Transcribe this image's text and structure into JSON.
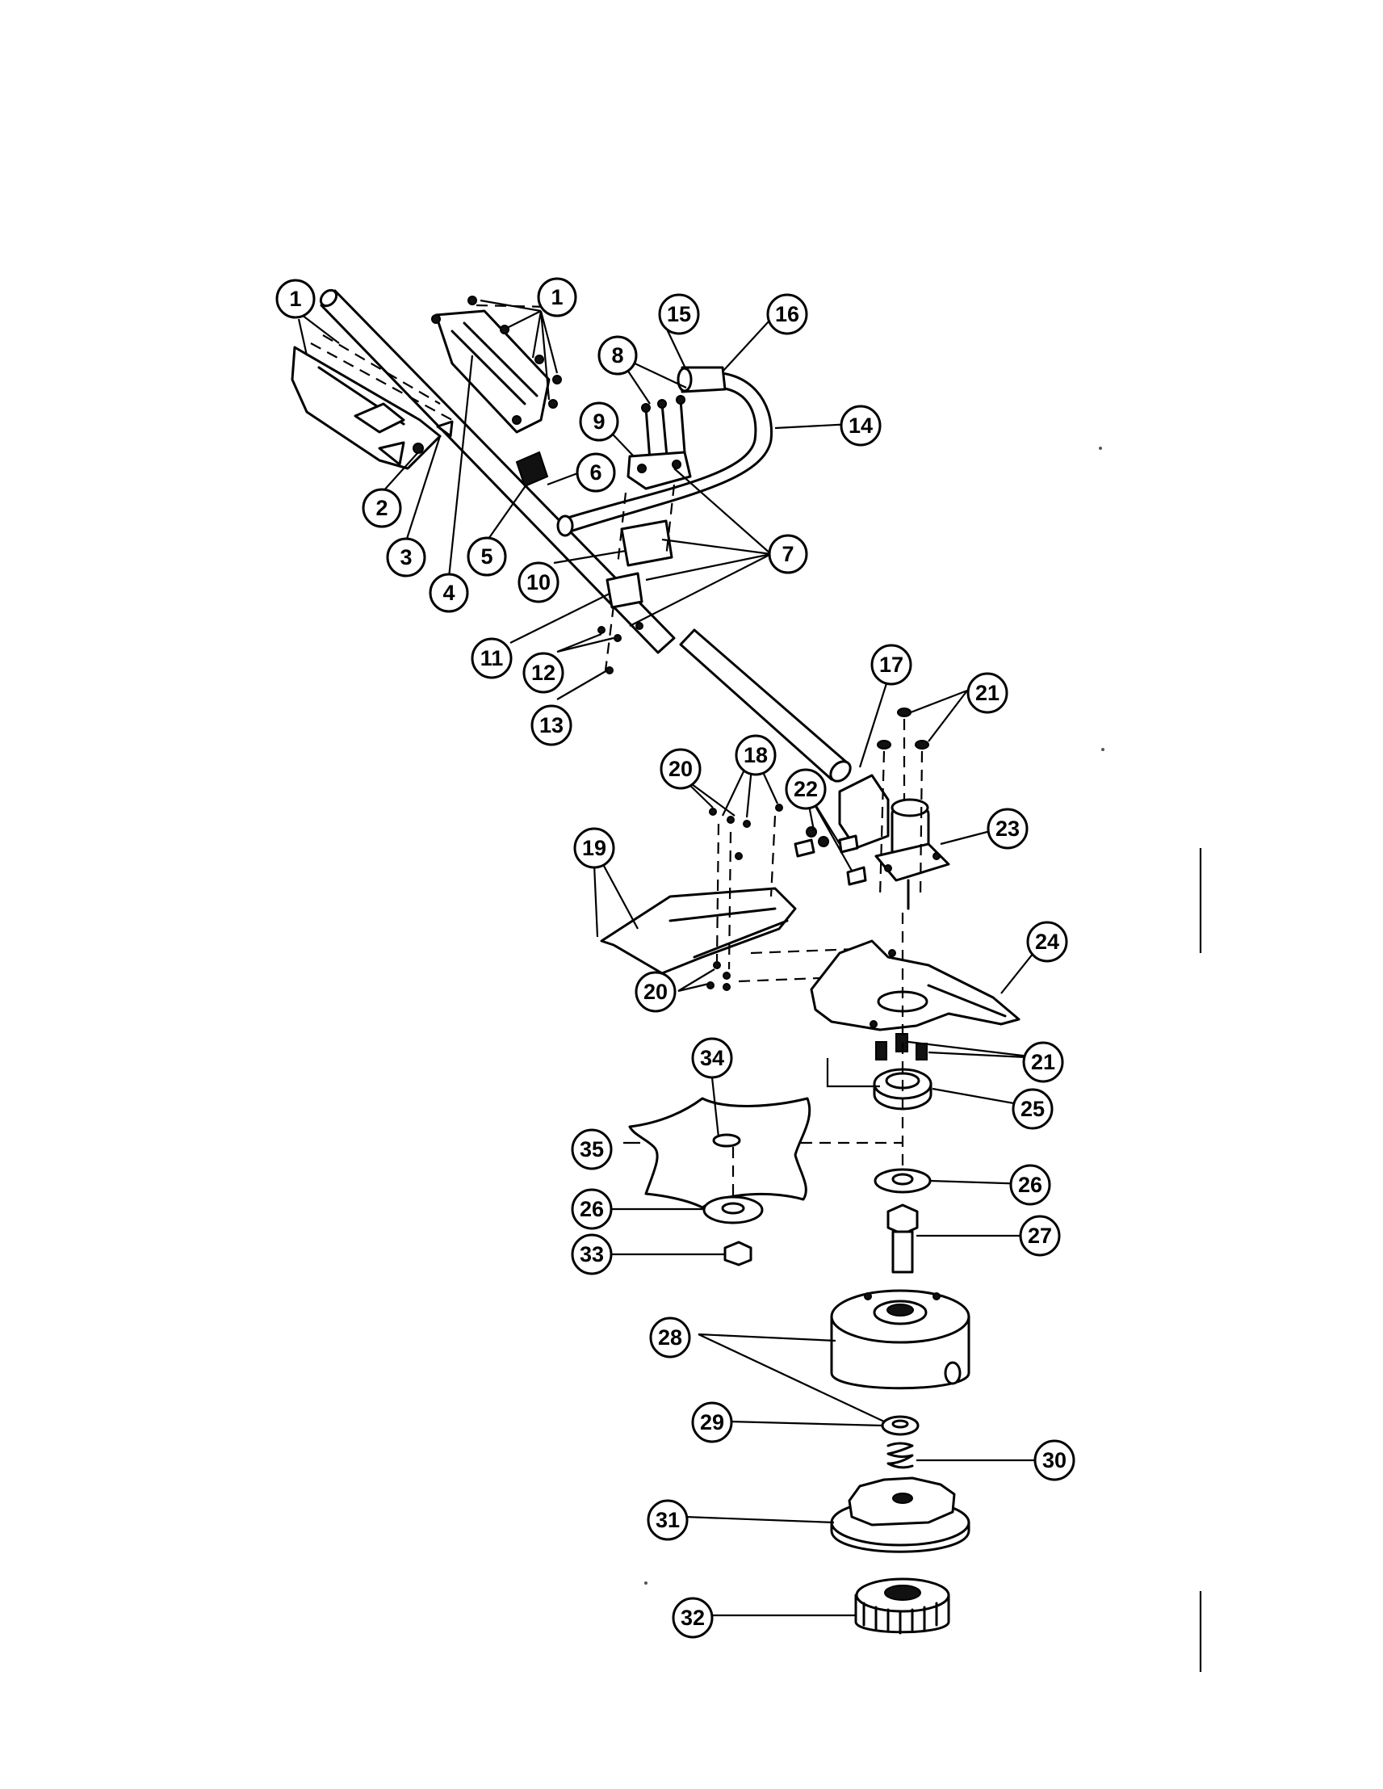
{
  "callouts": [
    {
      "id": "c1a",
      "label": "1"
    },
    {
      "id": "c1b",
      "label": "1"
    },
    {
      "id": "c2",
      "label": "2"
    },
    {
      "id": "c3",
      "label": "3"
    },
    {
      "id": "c4",
      "label": "4"
    },
    {
      "id": "c5",
      "label": "5"
    },
    {
      "id": "c6",
      "label": "6"
    },
    {
      "id": "c7",
      "label": "7"
    },
    {
      "id": "c8",
      "label": "8"
    },
    {
      "id": "c9",
      "label": "9"
    },
    {
      "id": "c10",
      "label": "10"
    },
    {
      "id": "c11",
      "label": "11"
    },
    {
      "id": "c12",
      "label": "12"
    },
    {
      "id": "c13",
      "label": "13"
    },
    {
      "id": "c14",
      "label": "14"
    },
    {
      "id": "c15",
      "label": "15"
    },
    {
      "id": "c16",
      "label": "16"
    },
    {
      "id": "c17",
      "label": "17"
    },
    {
      "id": "c18",
      "label": "18"
    },
    {
      "id": "c19",
      "label": "19"
    },
    {
      "id": "c20a",
      "label": "20"
    },
    {
      "id": "c20b",
      "label": "20"
    },
    {
      "id": "c21a",
      "label": "21"
    },
    {
      "id": "c21b",
      "label": "21"
    },
    {
      "id": "c22",
      "label": "22"
    },
    {
      "id": "c23",
      "label": "23"
    },
    {
      "id": "c24",
      "label": "24"
    },
    {
      "id": "c25",
      "label": "25"
    },
    {
      "id": "c26a",
      "label": "26"
    },
    {
      "id": "c26b",
      "label": "26"
    },
    {
      "id": "c27",
      "label": "27"
    },
    {
      "id": "c28",
      "label": "28"
    },
    {
      "id": "c29",
      "label": "29"
    },
    {
      "id": "c30",
      "label": "30"
    },
    {
      "id": "c31",
      "label": "31"
    },
    {
      "id": "c32",
      "label": "32"
    },
    {
      "id": "c33",
      "label": "33"
    },
    {
      "id": "c34",
      "label": "34"
    },
    {
      "id": "c35",
      "label": "35"
    }
  ]
}
